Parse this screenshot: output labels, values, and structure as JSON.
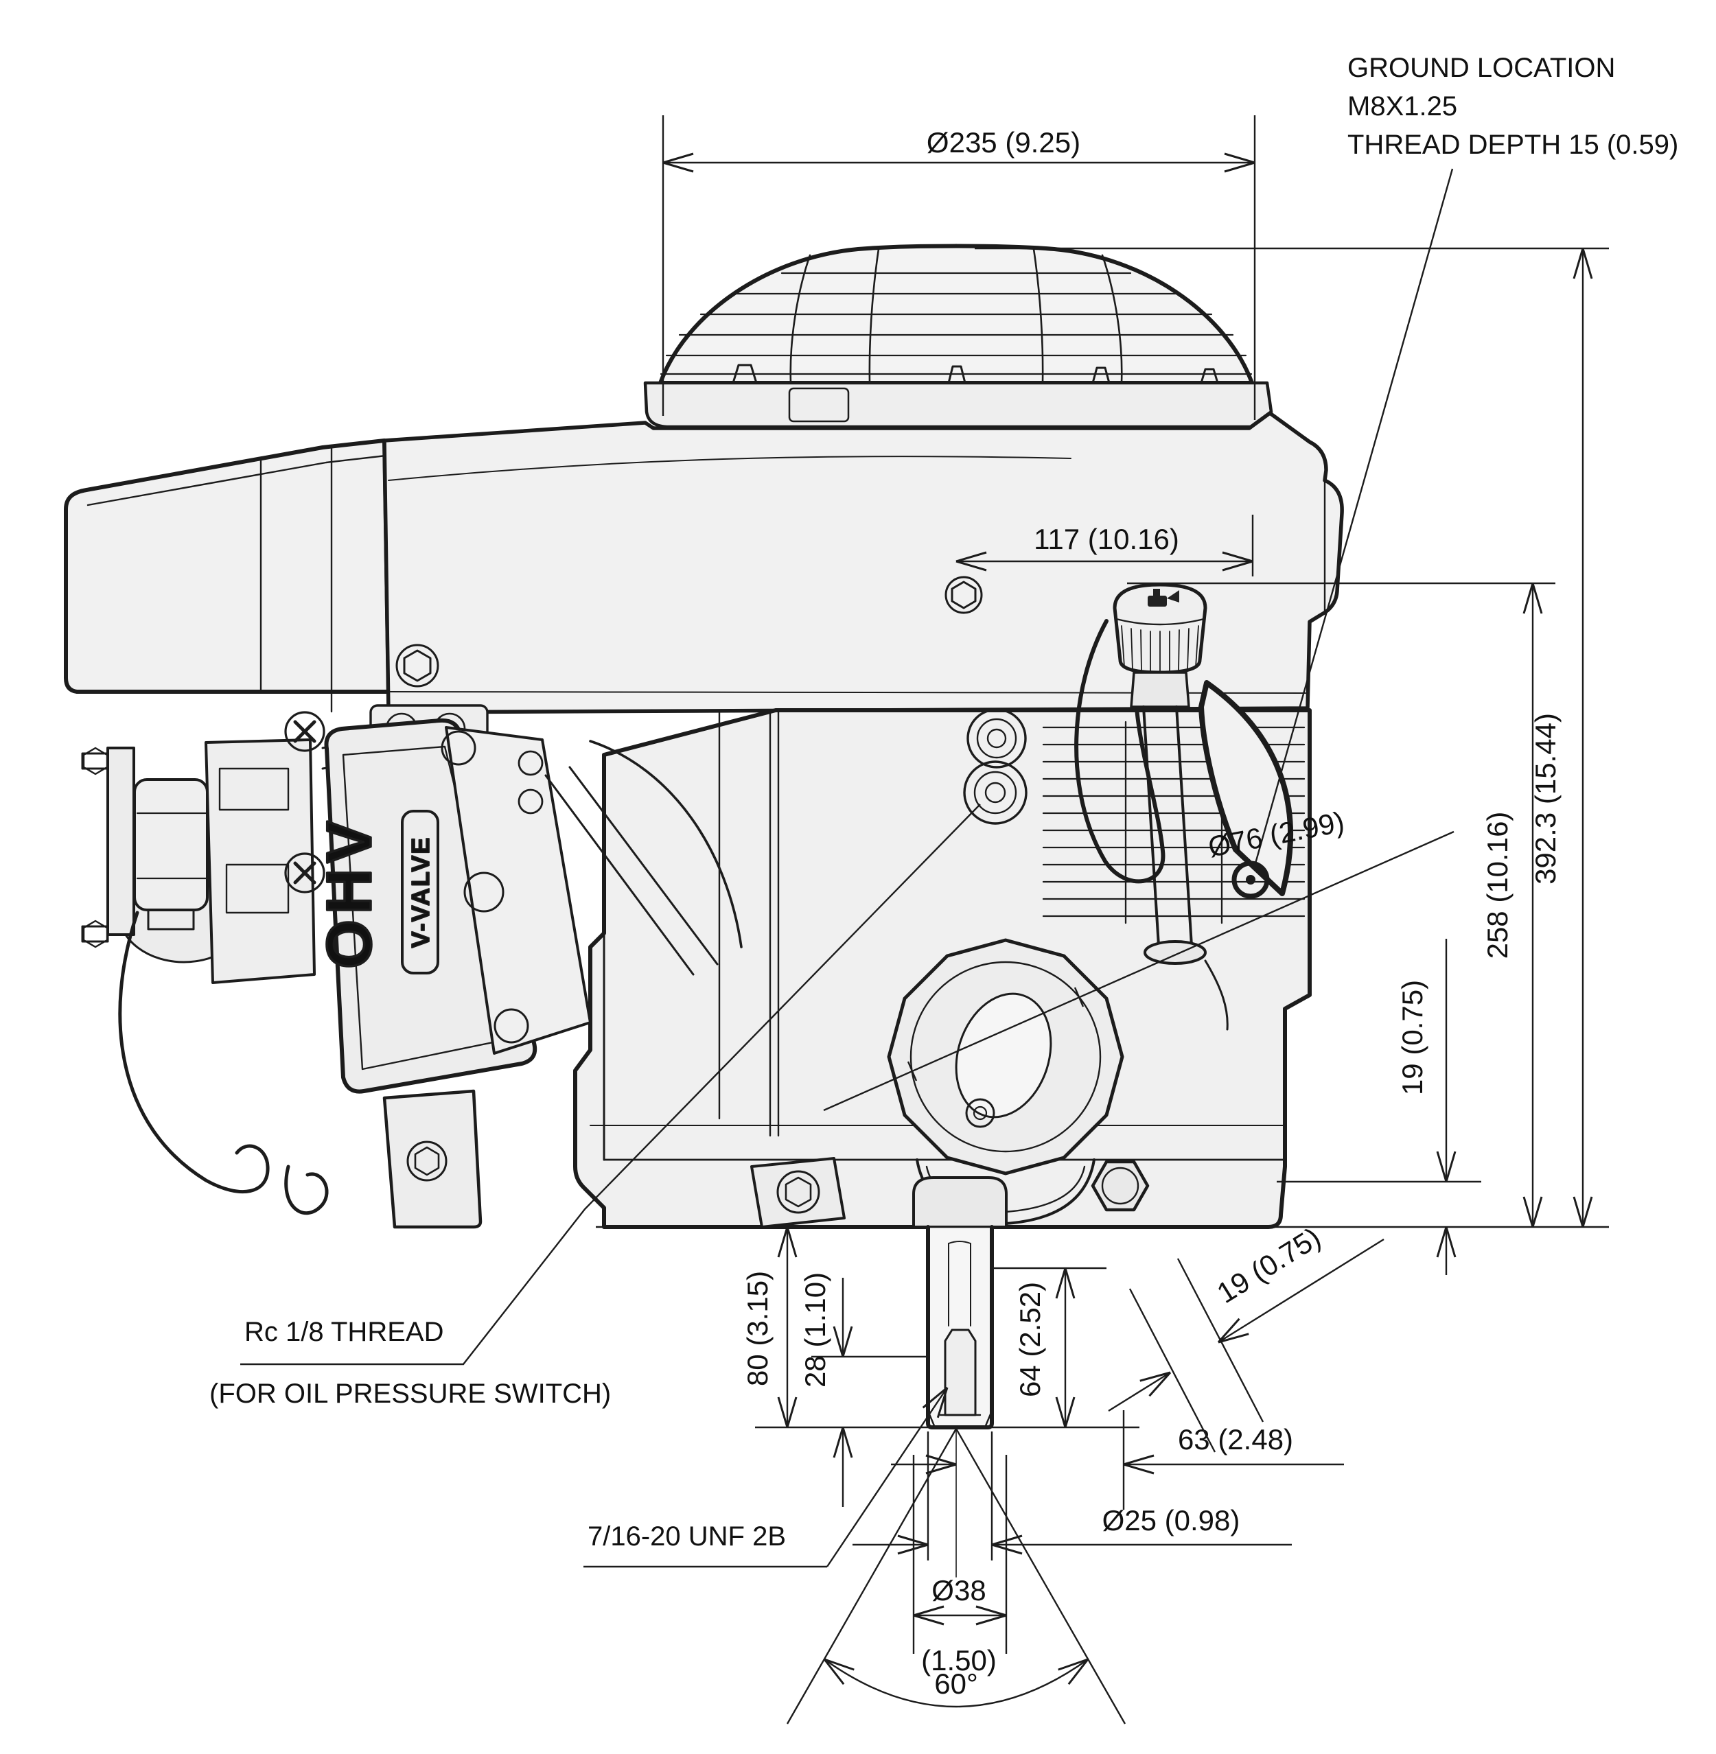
{
  "drawing": {
    "type": "engine outline dimension drawing",
    "labels": {
      "ground_line1": "GROUND LOCATION",
      "ground_line2": "M8X1.25",
      "ground_line3": "THREAD DEPTH 15 (0.59)",
      "rc_thread_line1": "Rc 1/8 THREAD",
      "rc_thread_line2": "(FOR OIL PRESSURE SWITCH)",
      "unf_thread": "7/16-20 UNF 2B",
      "ohv_badge": "OHV",
      "v_valve_badge": "V-VALVE"
    },
    "dimensions": {
      "fan_housing_dia": "Ø235  (9.25)",
      "crank_to_face_117": "117 (10.16)",
      "overall_height_392": "392.3 (15.44)",
      "cap_height_258": "258 (10.16)",
      "oil_filter_dia": "Ø76 (2.99)",
      "flange_thickness_19": "19 (0.75)",
      "drain_offset_19": "19 (0.75)",
      "shaft_length_80": "80 (3.15)",
      "thread_depth_28": "28 (1.10)",
      "boss_to_end_64": "64 (2.52)",
      "drain_distance_63": "63 (2.48)",
      "shaft_dia_25": "Ø25 (0.98)",
      "collar_dia_38": "Ø38",
      "collar_dia_38_in": "(1.50)",
      "cone_angle_60": "60°"
    },
    "colors": {
      "line": "#1c1c1c",
      "panel_fill": "#f1f1f1",
      "background": "#ffffff"
    }
  }
}
